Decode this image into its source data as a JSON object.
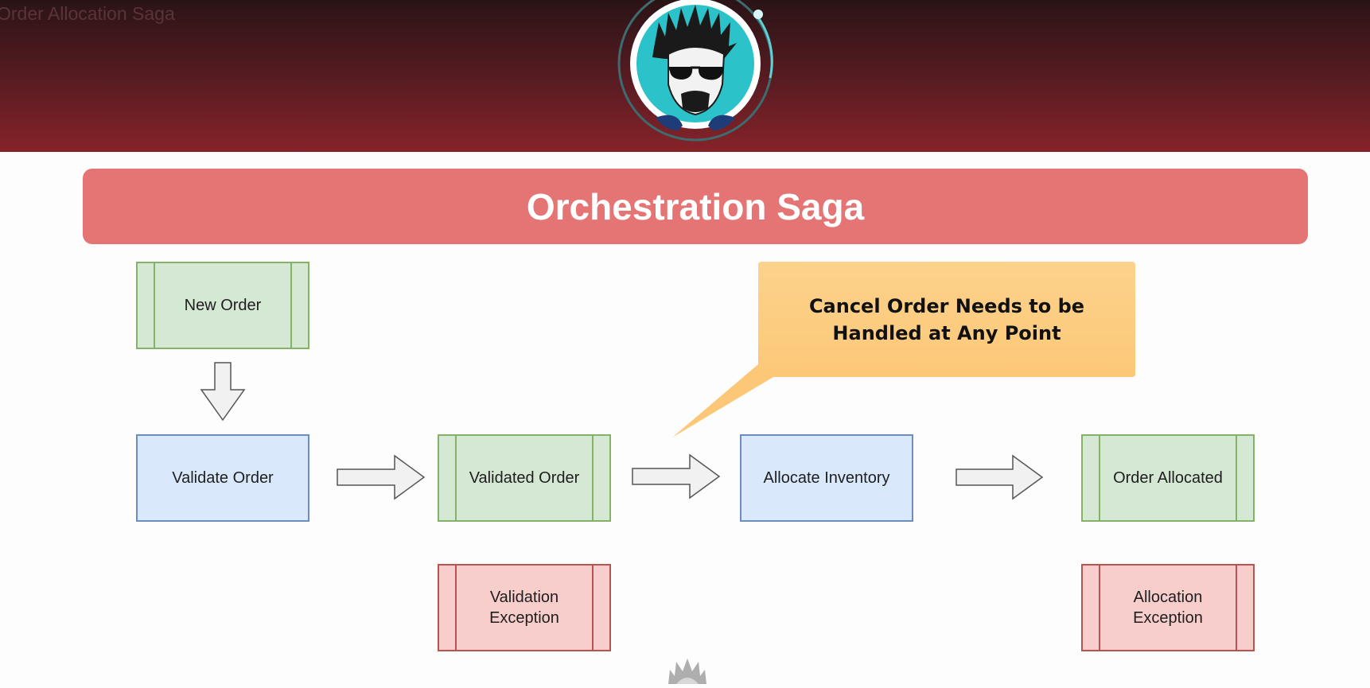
{
  "window": {
    "title": "Order Allocation Saga"
  },
  "banner": {
    "title": "Orchestration Saga"
  },
  "nodes": {
    "new_order": "New Order",
    "validate_order": "Validate Order",
    "validated_order": "Validated Order",
    "allocate_inventory": "Allocate Inventory",
    "order_allocated": "Order Allocated",
    "validation_exception": "Validation Exception",
    "allocation_exception": "Allocation Exception"
  },
  "callout": {
    "text": "Cancel Order Needs to be Handled at Any Point"
  },
  "colors": {
    "header_top": "#2a1416",
    "header_bottom": "#862329",
    "banner": "#e57575",
    "green_fill": "#d5e8d4",
    "green_stroke": "#82b366",
    "blue_fill": "#dae8fc",
    "blue_stroke": "#6c8ebf",
    "red_fill": "#f8cecc",
    "red_stroke": "#b85450",
    "callout_fill": "#fdd08a"
  },
  "icons": {
    "logo": "cartoon-avatar-logo-icon",
    "watermark": "avatar-watermark-icon"
  }
}
